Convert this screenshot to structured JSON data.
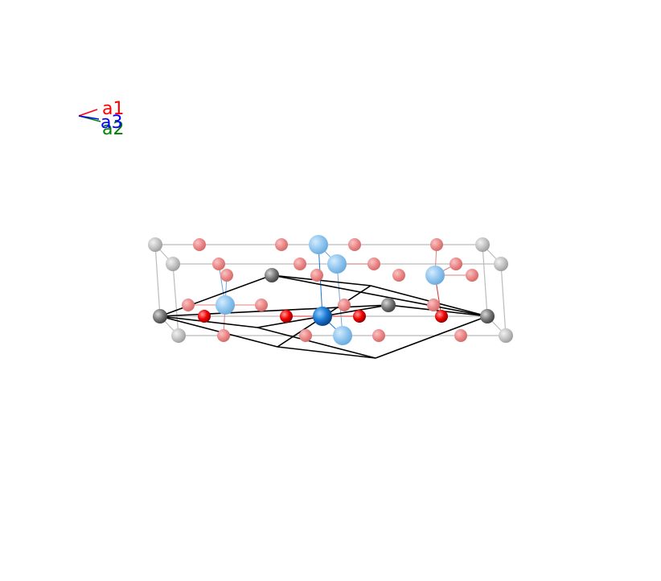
{
  "axes": {
    "a1": {
      "label": "a1",
      "color": "#ff0000"
    },
    "a2": {
      "label": "a2",
      "color": "#008000"
    },
    "a3": {
      "label": "a3",
      "color": "#0000ff"
    }
  },
  "colors": {
    "host_atom": "#7a7a7a",
    "ghost_host_atom": "#bdbdbd",
    "small_atom": "#ee0000",
    "ghost_small_atom": "#ee8080",
    "large_atom": "#1976d2",
    "ghost_large_atom": "#87c2f0",
    "primitive_cell_edge": "#000000",
    "conventional_cell_edge": "#bbbbbb"
  }
}
